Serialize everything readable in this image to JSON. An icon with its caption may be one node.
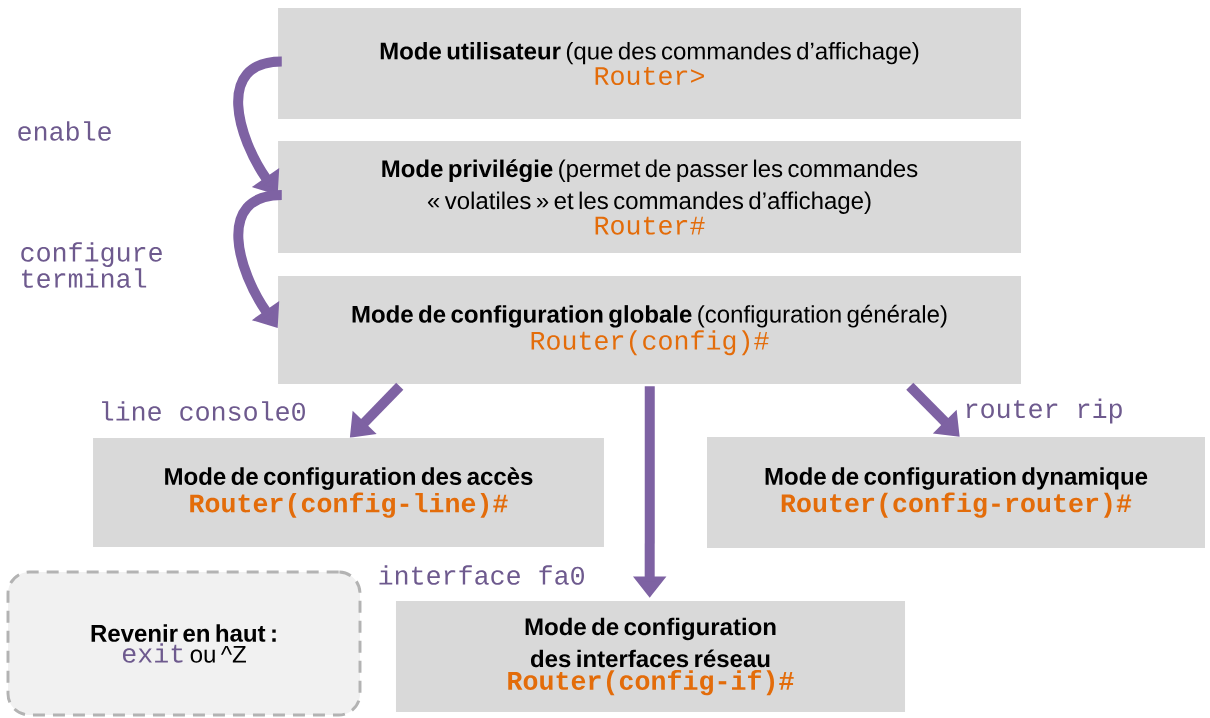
{
  "diagram": {
    "nodes": [
      {
        "text": [
          "**Mode utilisateur** (que des commandes d’affichage)",
          "Router>"
        ]
      },
      {
        "text": [
          "**Mode privilégie** (permet de passer les commandes « volatiles » et les commandes d’affichage)",
          "Router#"
        ]
      },
      {
        "text": [
          "**Mode de configuration globale** (configuration générale)",
          "Router(config)#"
        ]
      },
      {
        "text": [
          "Mode de configuration des accès",
          "Router(config-line)#"
        ]
      },
      {
        "text": [
          "Mode de configuration dynamique",
          "Router(config-router)#"
        ]
      },
      {
        "text": [
          "Mode de configuration des interfaces réseau",
          "Router(config-if)#"
        ]
      },
      {
        "text": [
          "Revenir en haut :",
          "exit",
          "ou ^Z"
        ]
      }
    ],
    "edges": [
      {
        "from": 0,
        "to": 1,
        "arrow": "to",
        "label": "enable"
      },
      {
        "from": 1,
        "to": 2,
        "arrow": "to",
        "label": "configure terminal"
      },
      {
        "from": 2,
        "to": 3,
        "arrow": "to",
        "label": "line console0"
      },
      {
        "from": 2,
        "to": 5,
        "arrow": "to",
        "label": "interface fa0"
      },
      {
        "from": 2,
        "to": 4,
        "arrow": "to",
        "label": "router rip"
      }
    ]
  }
}
